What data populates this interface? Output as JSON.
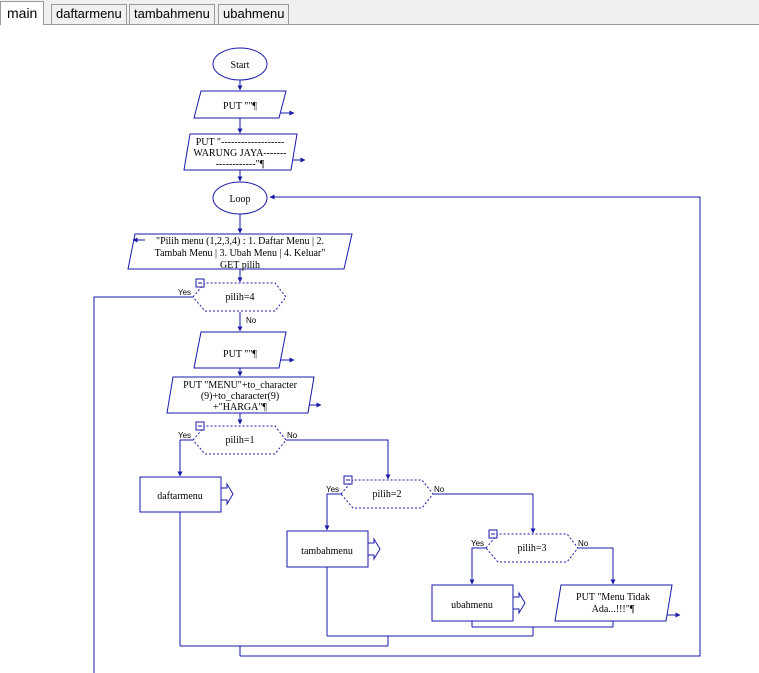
{
  "tabs": [
    {
      "label": "main",
      "active": true
    },
    {
      "label": "daftarmenu",
      "active": false
    },
    {
      "label": "tambahmenu",
      "active": false
    },
    {
      "label": "ubahmenu",
      "active": false
    }
  ],
  "colors": {
    "line": "#1a1aa8",
    "text": "#000000"
  },
  "flowchart": {
    "start": "Start",
    "put1": "PUT \"\"¶",
    "put2": [
      "PUT \"-------------------",
      "WARUNG JAYA-------",
      "------------\"¶"
    ],
    "loop": "Loop",
    "input": [
      "\"Pilih menu (1,2,3,4) : 1. Daftar Menu | 2.",
      "Tambah Menu | 3. Ubah Menu | 4. Keluar\"",
      "GET pilih"
    ],
    "dec4": "pilih=4",
    "put3": "PUT \"\"¶",
    "put4": [
      "PUT \"MENU\"+to_character",
      "(9)+to_character(9)",
      "+\"HARGA\"¶"
    ],
    "dec1": "pilih=1",
    "daftarmenu": "daftarmenu",
    "dec2": "pilih=2",
    "tambahmenu": "tambahmenu",
    "dec3": "pilih=3",
    "ubahmenu": "ubahmenu",
    "put5": [
      "PUT \"Menu Tidak",
      "Ada...!!!\"¶"
    ],
    "yes": "Yes",
    "no": "No"
  }
}
